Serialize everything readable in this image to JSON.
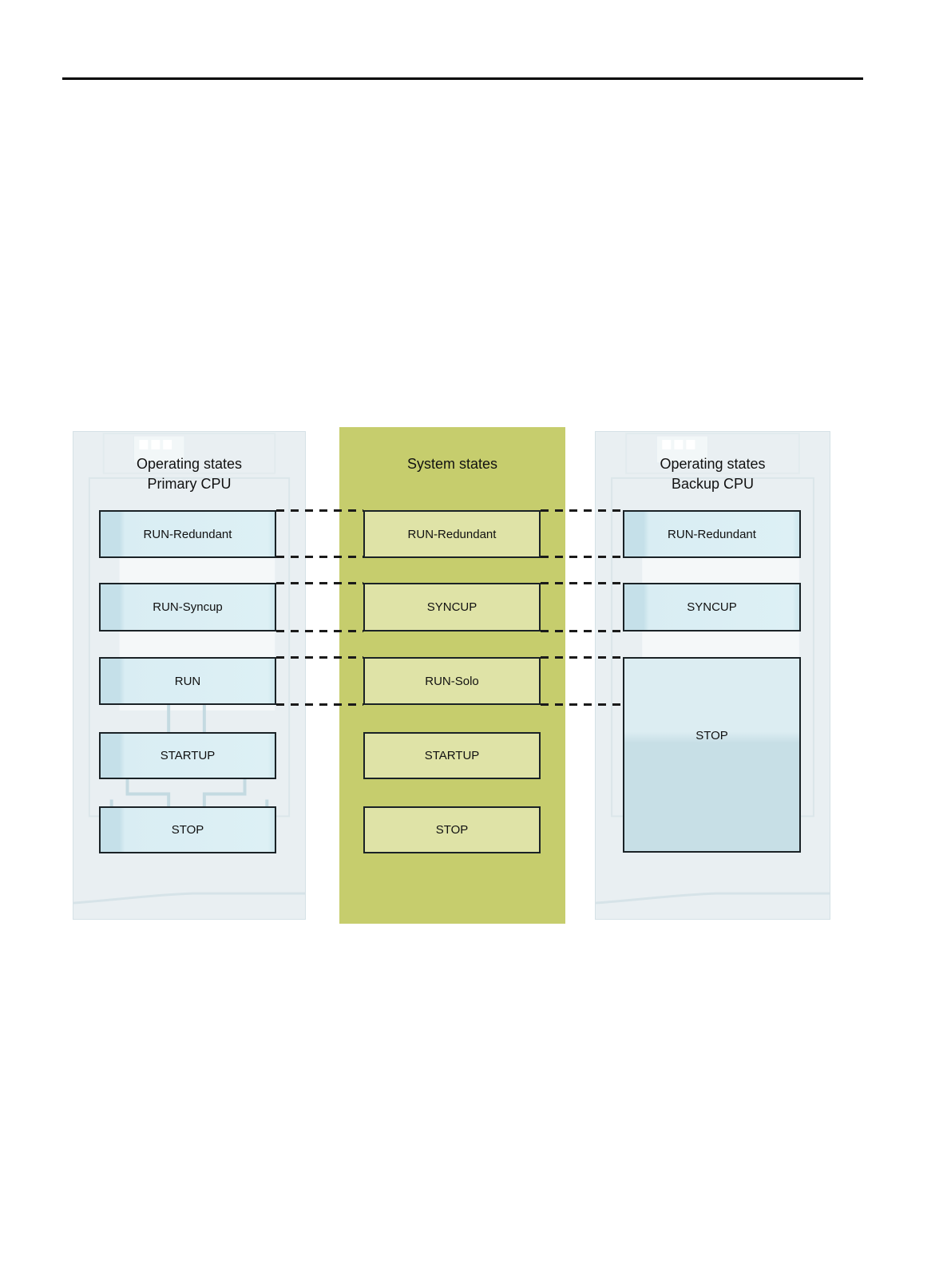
{
  "primary": {
    "title_line1": "Operating states",
    "title_line2": "Primary CPU",
    "boxes": [
      "RUN-Redundant",
      "RUN-Syncup",
      "RUN",
      "STARTUP",
      "STOP"
    ]
  },
  "system": {
    "title": "System states",
    "boxes": [
      "RUN-Redundant",
      "SYNCUP",
      "RUN-Solo",
      "STARTUP",
      "STOP"
    ]
  },
  "backup": {
    "title_line1": "Operating states",
    "title_line2": "Backup CPU",
    "boxes": [
      "RUN-Redundant",
      "SYNCUP",
      "STOP"
    ]
  },
  "colors": {
    "system_panel_bg": "#c6cd6d",
    "system_box_bg": "#dfe3a7",
    "cpu_panel_bg": "#e9eff2",
    "cpu_box_bg": "#d9edf3",
    "box_border": "#1a2226",
    "dashed_line": "#1a1a1a",
    "text": "#111111"
  }
}
